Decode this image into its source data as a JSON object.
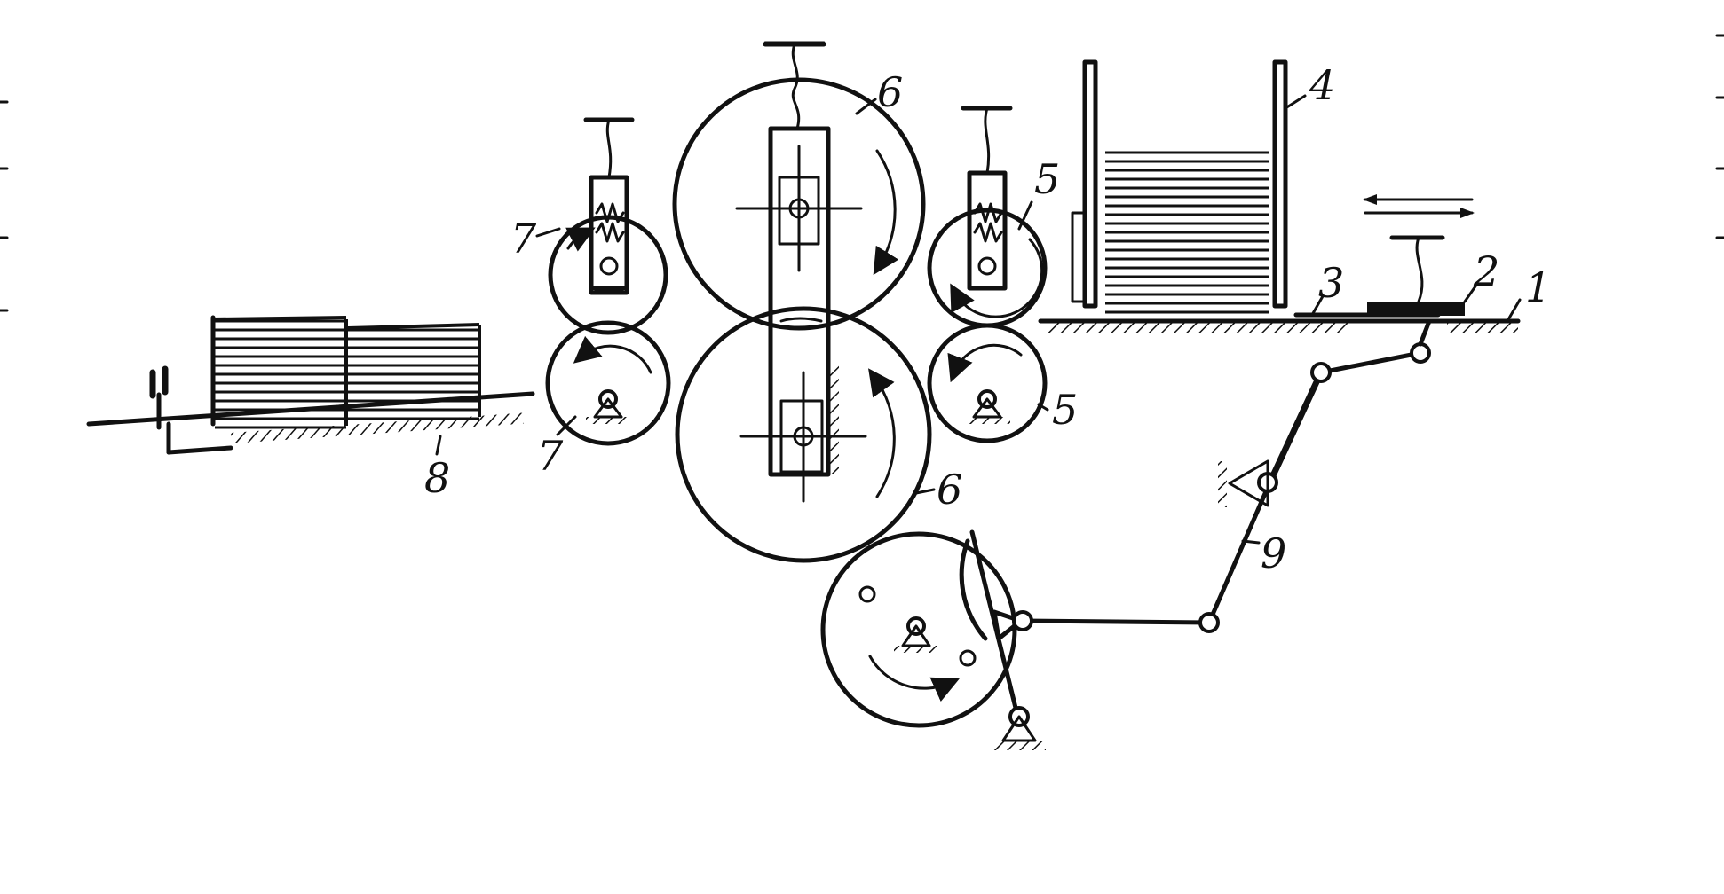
{
  "labels": {
    "l1": "1",
    "l2": "2",
    "l3": "3",
    "l4": "4",
    "l5a": "5",
    "l5b": "5",
    "l6a": "6",
    "l6b": "6",
    "l7a": "7",
    "l7b": "7",
    "l8": "8",
    "l9": "9"
  },
  "colors": {
    "ink": "#111111",
    "paper": "#ffffff"
  }
}
